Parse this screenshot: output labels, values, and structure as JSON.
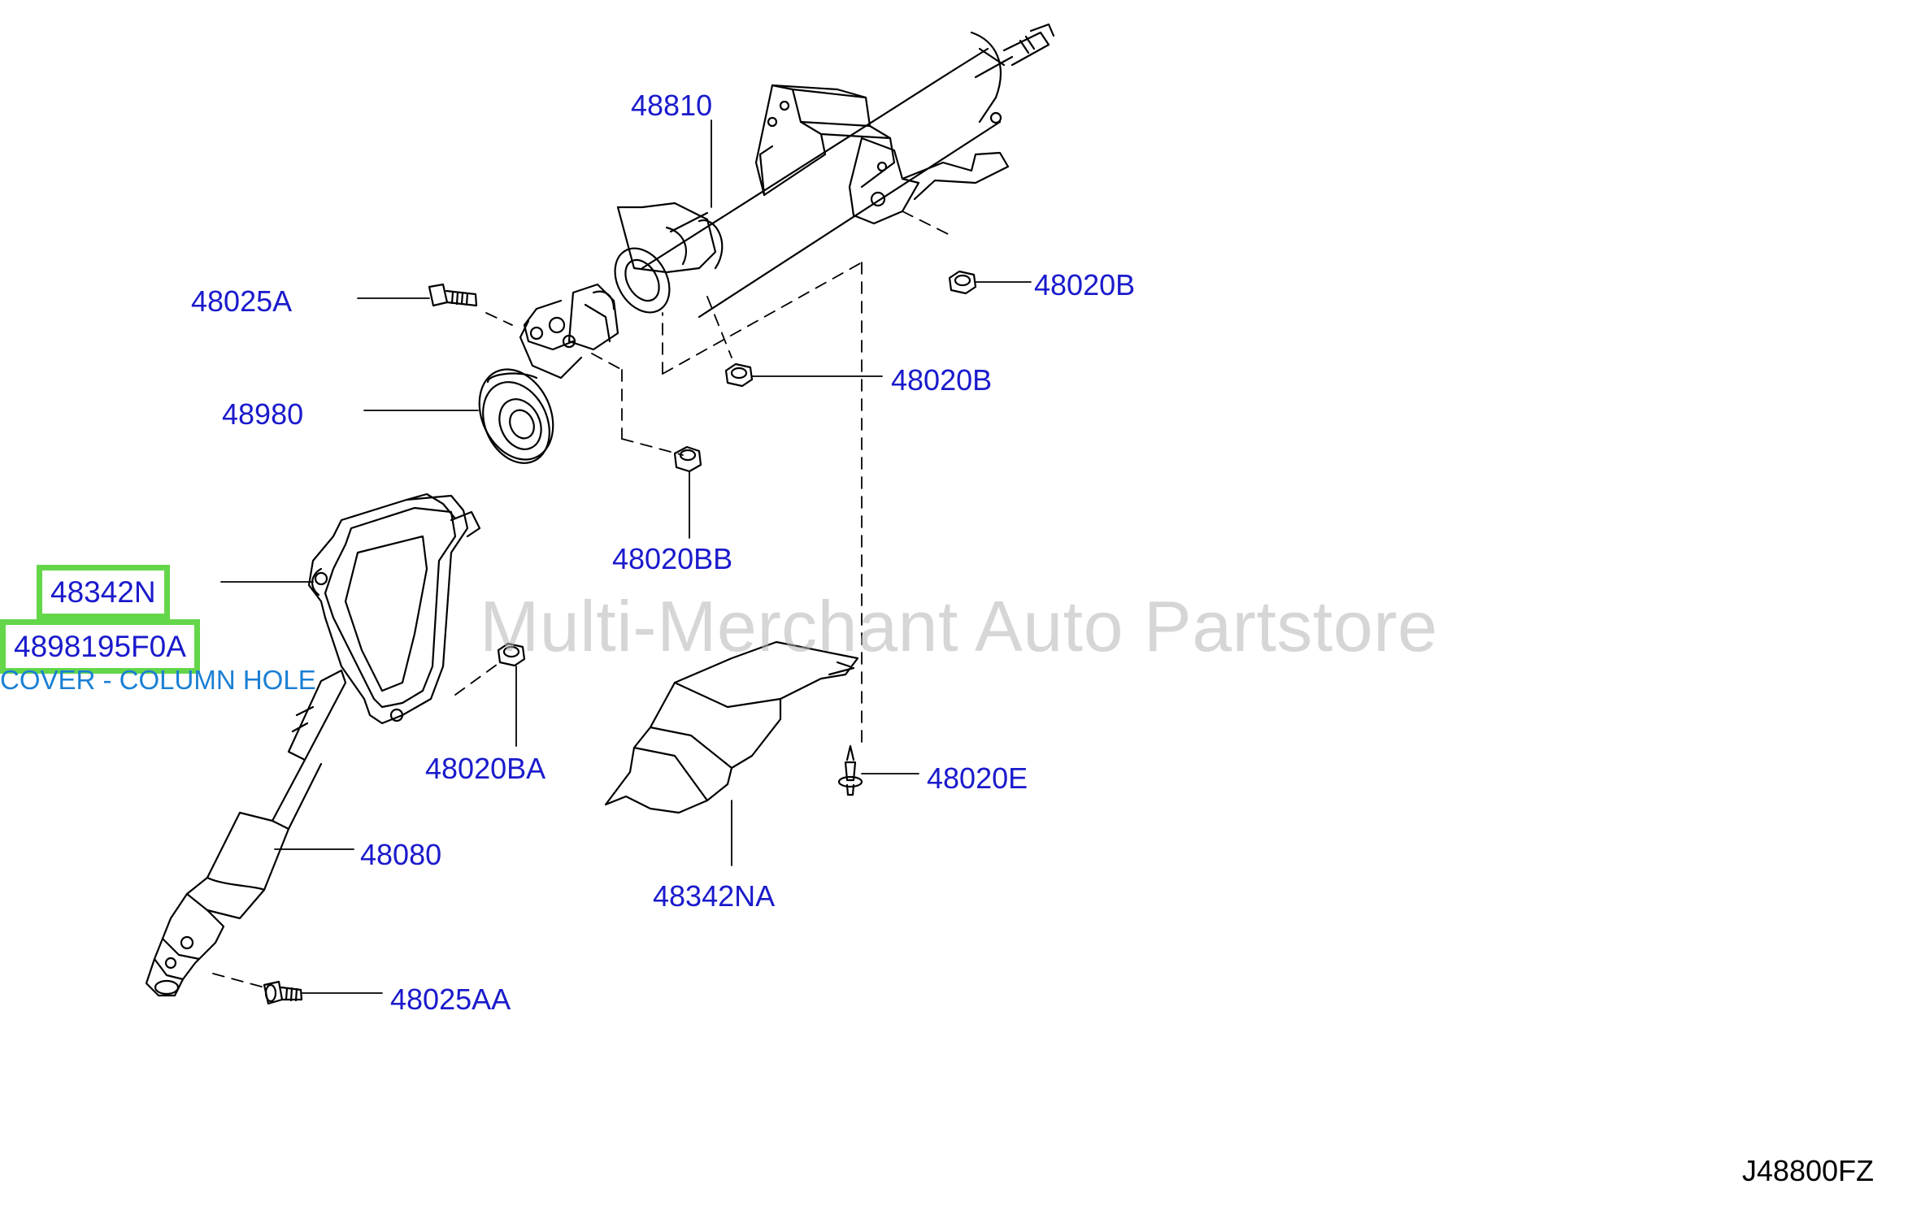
{
  "colors": {
    "label": "#1a1acc",
    "line": "#000000",
    "highlight_border": "#63d64a",
    "description": "#1a7fd4",
    "watermark": "#b5b5b5",
    "code": "#000000"
  },
  "labels": {
    "p48810": "48810",
    "p48025A": "48025A",
    "p48020B_top": "48020B",
    "p48020B_mid": "48020B",
    "p48980": "48980",
    "p48020BB": "48020BB",
    "p48020BA": "48020BA",
    "p48020E": "48020E",
    "p48080": "48080",
    "p48342NA": "48342NA",
    "p48025AA": "48025AA"
  },
  "highlight": {
    "part_number": "48342N",
    "oem_number": "4898195F0A",
    "description": "COVER - COLUMN HOLE"
  },
  "watermark": "Multi-Merchant Auto Partstore",
  "diagram_code": "J48800FZ"
}
